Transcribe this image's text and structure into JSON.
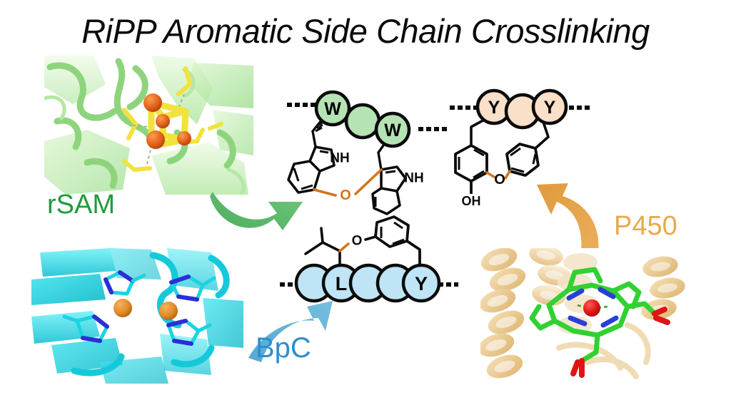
{
  "title": "RiPP Aromatic Side Chain Crosslinking",
  "palette": {
    "rsam_green": "#1f9b3c",
    "bead_green": "#b6e3b4",
    "arrow_green": "#5bb96a",
    "bpc_blue": "#2a8fd0",
    "bead_blue": "#bfe4f5",
    "arrow_blue": "#63b4da",
    "p450_orange": "#e8a94b",
    "bead_peach": "#fadfc9",
    "arrow_orange": "#e8a552",
    "ether_orange": "#d2761e",
    "bond_black": "#0b0b0b",
    "iron_orange": "#e0601c",
    "sulfur_yellow": "#f2e23c",
    "heme_green": "#31d131",
    "heme_nitrogen_blue": "#2a3fd6",
    "heme_iron_red": "#e01414",
    "protein_green": "#a9e59b",
    "protein_cyan": "#1ad4e0",
    "protein_tan": "#e6c48c",
    "his_blue": "#2a2fd6",
    "copper_orange": "#e08a28"
  },
  "panels": {
    "rsam": {
      "name": "rSAM",
      "label": "rSAM",
      "caption": "rSAM",
      "structure_description": "radical SAM enzyme active site with [4Fe-4S] cluster",
      "cofactor": "[4Fe-4S] cluster",
      "ribbon_color": "#a9e59b"
    },
    "bpc": {
      "name": "BpC",
      "label": "BpC",
      "caption": "BpC",
      "structure_description": "burkholderia-type copper enzyme beta sheet with two copper ions coordinated by histidines",
      "cofactor": "di-copper site",
      "ribbon_color": "#1ad4e0"
    },
    "p450": {
      "name": "P450",
      "label": "P450",
      "caption": "P450",
      "structure_description": "cytochrome P450 alpha-helical fold with heme cofactor",
      "cofactor": "heme b",
      "ribbon_color": "#e6c48c"
    }
  },
  "arrows": [
    {
      "name": "rsam-to-tryptophan-arrow",
      "color": "#5bb96a",
      "direction": "right-up",
      "from": "rSAM",
      "to": "W-X-W crosslink"
    },
    {
      "name": "bpc-to-leucine-arrow",
      "color": "#63b4da",
      "direction": "up-right",
      "from": "BpC",
      "to": "L-X-X-Y crosslink"
    },
    {
      "name": "p450-to-tyrosine-arrow",
      "color": "#e8a552",
      "direction": "up-left",
      "from": "P450",
      "to": "Y-X-Y crosslink"
    }
  ],
  "structures": {
    "trp_crosslink": {
      "name": "W-X-W tryptophan ether crosslink",
      "beads": [
        "W",
        "",
        "W"
      ],
      "bead_fill": "#b6e3b4",
      "atom_labels": [
        "NH",
        "NH",
        "O"
      ],
      "linkage": "C-O-C ether",
      "linkage_color": "#d2761e",
      "leading_dots": "....",
      "trailing_dots": "...."
    },
    "tyr_crosslink": {
      "name": "Y-X-Y tyrosine ether crosslink",
      "beads": [
        "Y",
        "",
        "Y"
      ],
      "bead_fill": "#fadfc9",
      "atom_labels": [
        "O",
        "OH"
      ],
      "linkage": "biaryl ether",
      "linkage_color": "#d2761e",
      "leading_dots": "....",
      "trailing_dots": "...."
    },
    "leu_tyr_crosslink": {
      "name": "L-X-X-Y leucine to tyrosine ether crosslink",
      "beads": [
        "",
        "L",
        "",
        "",
        "Y"
      ],
      "bead_fill": "#bfe4f5",
      "atom_labels": [
        "O"
      ],
      "linkage": "alkyl aryl ether",
      "linkage_color": "#d2761e",
      "leading_dots": "....",
      "trailing_dots": "...."
    }
  }
}
